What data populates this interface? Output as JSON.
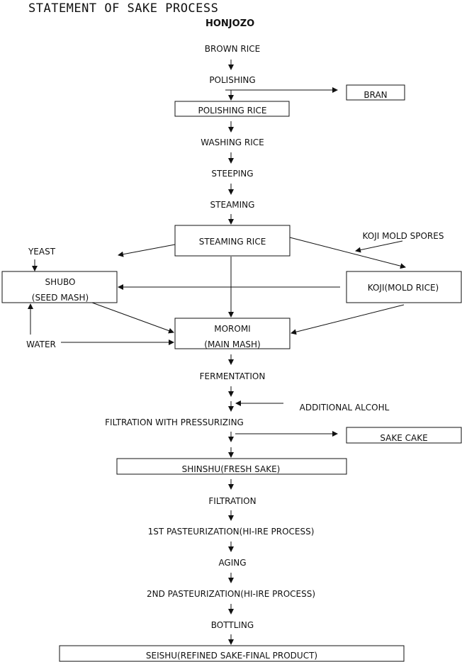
{
  "title": "STATEMENT OF SAKE PROCESS",
  "subtitle": "HONJOZO",
  "steps": {
    "brown_rice": "BROWN RICE",
    "polishing": "POLISHING",
    "bran": "BRAN",
    "polishing_rice": "POLISHING RICE",
    "washing_rice": "WASHING RICE",
    "steeping": "STEEPING",
    "steaming": "STEAMING",
    "steaming_rice": "STEAMING RICE",
    "koji_mold_spores": "KOJI MOLD SPORES",
    "yeast": "YEAST",
    "shubo_line1": "SHUBO",
    "shubo_line2": "(SEED MASH)",
    "koji": "KOJI(MOLD RICE)",
    "moromi_line1": "MOROMI",
    "moromi_line2": "(MAIN MASH)",
    "water": "WATER",
    "fermentation": "FERMENTATION",
    "additional_alcohol": "ADDITIONAL ALCOHL",
    "filtration_pressurizing": "FILTRATION WITH PRESSURIZING",
    "sake_cake": "SAKE CAKE",
    "shinshu": "SHINSHU(FRESH SAKE)",
    "filtration": "FILTRATION",
    "pasteurization_1": "1ST PASTEURIZATION(HI-IRE PROCESS)",
    "aging": "AGING",
    "pasteurization_2": "2ND PASTEURIZATION(HI-IRE PROCESS)",
    "bottling": "BOTTLING",
    "seishu": "SEISHU(REFINED SAKE-FINAL PRODUCT)"
  }
}
